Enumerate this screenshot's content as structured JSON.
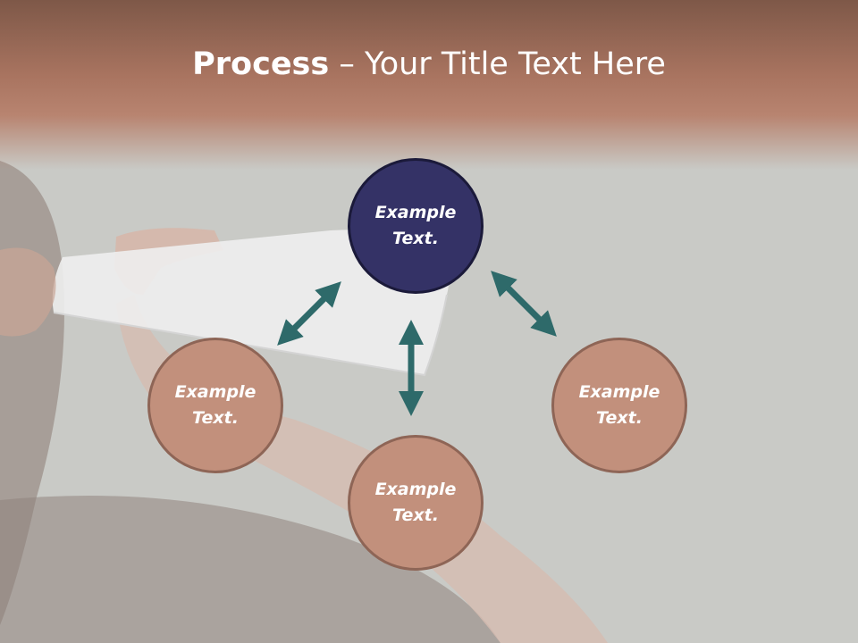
{
  "title": {
    "bold": "Process",
    "separator": " – ",
    "rest": "Your Title Text Here"
  },
  "nodes": {
    "top": {
      "line1": "Example",
      "line2": "Text."
    },
    "left": {
      "line1": "Example",
      "line2": "Text."
    },
    "bottom": {
      "line1": "Example",
      "line2": "Text."
    },
    "right": {
      "line1": "Example",
      "line2": "Text."
    }
  },
  "colors": {
    "header": "#a97460",
    "main_node": "#343266",
    "sub_node": "#c2907c",
    "arrow": "#2e6a6a",
    "title_text": "#ffffff"
  }
}
